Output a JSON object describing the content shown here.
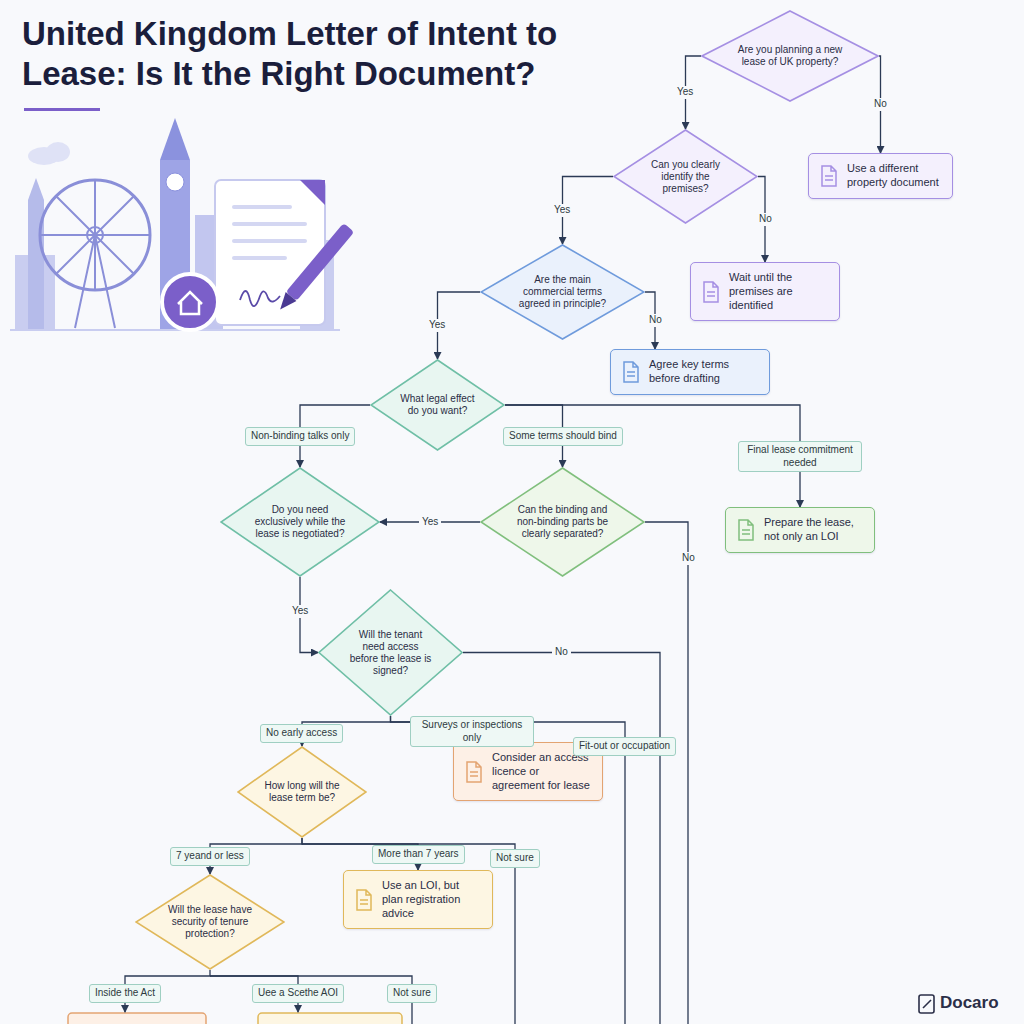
{
  "diagram": {
    "title": "United Kingdom Letter of Intent to Lease: Is It the Right Document?",
    "nodes": [
      {
        "text": [
          "Are you planning a new lease of UK property?"
        ]
      },
      {
        "text": [
          "Use a different property document"
        ]
      },
      {
        "text": [
          "Can you clearly identify the premises?"
        ]
      },
      {
        "text": [
          "Wait until the premises are identified"
        ]
      },
      {
        "text": [
          "Are the main commercial terms agreed in principle?"
        ]
      },
      {
        "text": [
          "Agree key terms before drafting"
        ]
      },
      {
        "text": [
          "What legal effect do you want?"
        ]
      },
      {
        "text": [
          "Can the binding and non-binding parts be clearly separated?"
        ]
      },
      {
        "text": [
          "Prepare the lease, not only an LOI"
        ]
      },
      {
        "text": [
          "Do you need exclusively while the lease is negotiated?"
        ]
      },
      {
        "text": [
          "Will the tenant need access before the lease is signed?"
        ]
      },
      {
        "text": [
          "Consider an access licence or agreement for lease"
        ]
      },
      {
        "text": [
          "How long will the lease term be?"
        ]
      },
      {
        "text": [
          "Use an LOI, but plan registration advice"
        ]
      },
      {
        "text": [
          "Will the lease have security of tenure protection?"
        ]
      }
    ],
    "edges": [
      {
        "from": 0,
        "to": 2,
        "label": "Yes",
        "arrow": "to"
      },
      {
        "from": 0,
        "to": 1,
        "label": "No",
        "arrow": "to"
      },
      {
        "from": 2,
        "to": 4,
        "label": "Yes",
        "arrow": "to"
      },
      {
        "from": 2,
        "to": 3,
        "label": "No",
        "arrow": "to"
      },
      {
        "from": 4,
        "to": 6,
        "label": "Yes",
        "arrow": "to"
      },
      {
        "from": 4,
        "to": 5,
        "label": "No",
        "arrow": "to"
      },
      {
        "from": 6,
        "to": 9,
        "label": "Non-binding talks only",
        "arrow": "to"
      },
      {
        "from": 6,
        "to": 7,
        "label": "Some terms should bind",
        "arrow": "to"
      },
      {
        "from": 6,
        "to": 8,
        "label": "Final lease commitment needed",
        "arrow": "to"
      },
      {
        "from": 7,
        "to": 9,
        "label": "Yes",
        "arrow": "to"
      },
      {
        "from": 9,
        "to": 10,
        "label": "Yes",
        "arrow": "to"
      },
      {
        "from": 10,
        "to": 12,
        "label": "No early access",
        "arrow": "to"
      },
      {
        "from": 10,
        "to": 11,
        "label": "Surveys or inspections only",
        "arrow": "to"
      },
      {
        "from": 12,
        "to": 14,
        "label": "7 yeand or less",
        "arrow": "to"
      },
      {
        "from": 12,
        "to": 13,
        "label": "More than 7 years",
        "arrow": "to"
      }
    ],
    "labels": [
      "No",
      "No",
      "Fit-out or occupation",
      "Not sure",
      "Inside the Act",
      "Uee a Scethe AOI",
      "Not sure",
      "Docaro"
    ]
  }
}
